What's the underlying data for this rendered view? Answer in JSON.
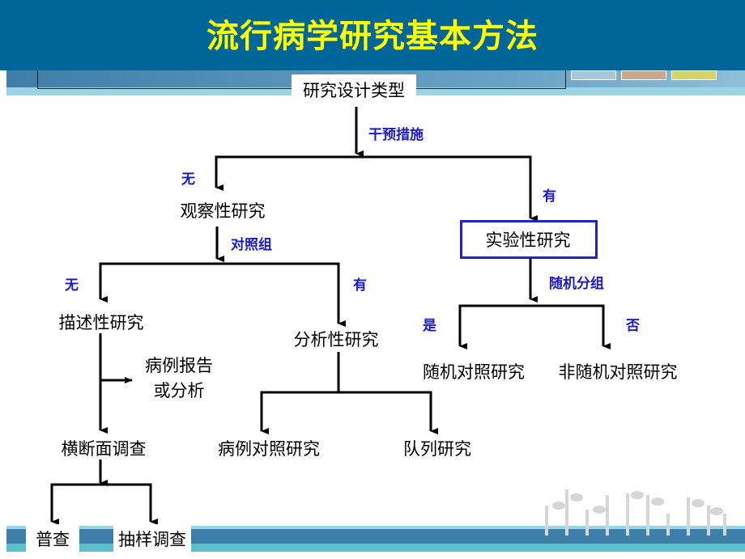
{
  "title": "流行病学研究基本方法",
  "diagram": {
    "root": "研究设计类型",
    "intervention": "干预措施",
    "no_1": "无",
    "yes_1": "有",
    "observational": "观察性研究",
    "experimental": "实验性研究",
    "control_group": "对照组",
    "no_2": "无",
    "yes_2": "有",
    "descriptive": "描述性研究",
    "analytical": "分析性研究",
    "randomization": "随机分组",
    "yes_3": "是",
    "no_3": "否",
    "rct": "随机对照研究",
    "non_rct": "非随机对照研究",
    "case_report_1": "病例报告",
    "case_report_2": "或分析",
    "cross_sectional": "横断面调查",
    "case_control": "病例对照研究",
    "cohort": "队列研究",
    "census": "普查",
    "sampling": "抽样调查"
  }
}
